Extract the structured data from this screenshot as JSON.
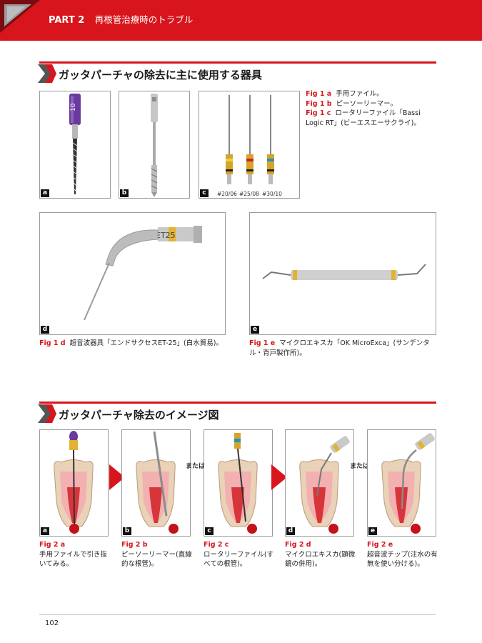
{
  "header": {
    "part": "PART 2",
    "title": "再根管治療時のトラブル"
  },
  "section1": {
    "title": "ガッタパーチャの除去に主に使用する器具",
    "panels": {
      "a": "a",
      "b": "b",
      "c": "c",
      "d": "d",
      "e": "e"
    },
    "handle_number": "10",
    "tip_label": "ET25",
    "c_sizes": [
      "#20/06",
      "#25/08",
      "#30/10"
    ],
    "caption_right": [
      {
        "fig": "Fig 1 a",
        "text": "手用ファイル。"
      },
      {
        "fig": "Fig 1 b",
        "text": "ピーソーリーマー。"
      },
      {
        "fig": "Fig 1 c",
        "text": "ロータリーファイル「Bassi Logic RT」(ビーエスエーサクライ)。"
      }
    ],
    "caption_d": {
      "fig": "Fig 1 d",
      "text": "超音波器具「エンドサクセスET-25」(白水貿易)。"
    },
    "caption_e": {
      "fig": "Fig 1 e",
      "text": "マイクロエキスカ「OK MicroExca」(サンデンタル・背戸製作所)。"
    }
  },
  "section2": {
    "title": "ガッタパーチャ除去のイメージ図",
    "or_label": "または",
    "panels": [
      {
        "tag": "a",
        "fig": "Fig 2 a",
        "text": "手用ファイルで引き抜いてみる。"
      },
      {
        "tag": "b",
        "fig": "Fig 2 b",
        "text": "ピーソーリーマー(直線的な根管)。"
      },
      {
        "tag": "c",
        "fig": "Fig 2 c",
        "text": "ロータリーファイル(すべての根管)。"
      },
      {
        "tag": "d",
        "fig": "Fig 2 d",
        "text": "マイクロエキスカ(顕微鏡の併用)。"
      },
      {
        "tag": "e",
        "fig": "Fig 2 e",
        "text": "超音波チップ(注水の有無を使い分ける)。"
      }
    ]
  },
  "colors": {
    "accent": "#d8151c",
    "handle_purple": "#6a3a9c",
    "gold": "#e2b230"
  },
  "page_number": "102"
}
